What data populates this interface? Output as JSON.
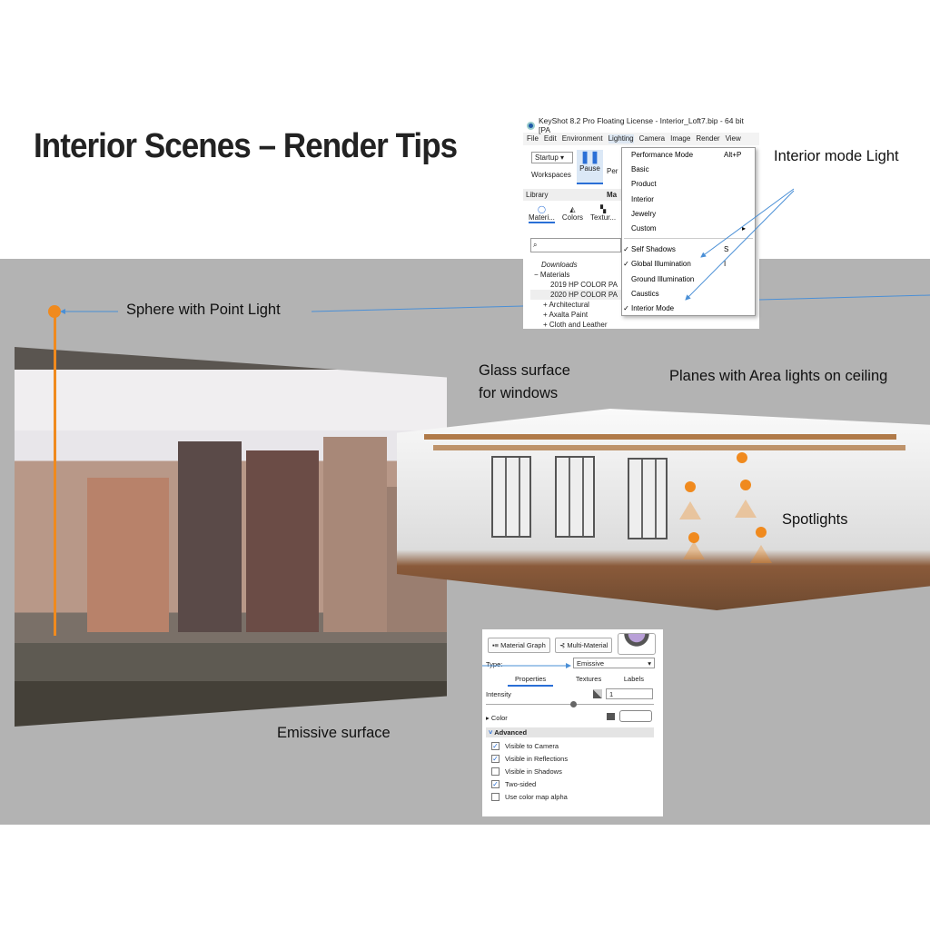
{
  "slide": {
    "title": "Interior Scenes – Render Tips"
  },
  "annotations": {
    "interior_mode_light": "Interior mode Light",
    "sphere_point_light": "Sphere with Point Light",
    "glass_surface": "Glass surface",
    "for_windows": "for windows",
    "area_lights": "Planes with Area lights on ceiling",
    "spotlights": "Spotlights",
    "emissive_surface": "Emissive surface"
  },
  "keyshot": {
    "window_title": "KeyShot 8.2 Pro Floating License  - Interior_Loft7.bip  - 64 bit [PA",
    "menubar": [
      "File",
      "Edit",
      "Environment",
      "Lighting",
      "Camera",
      "Image",
      "Render",
      "View"
    ],
    "workspace_select": "Startup",
    "workspaces_label": "Workspaces",
    "pause_label": "Pause",
    "per_label": "Per",
    "library_label": "Library",
    "ma_label": "Ma",
    "library_tabs": [
      "Materi...",
      "Colors",
      "Textur..."
    ],
    "tree": [
      "Downloads",
      "Materials",
      "2019 HP COLOR PA",
      "2020 HP COLOR PA",
      "Architectural",
      "Axalta Paint",
      "Cloth and Leather"
    ],
    "lighting_menu": [
      {
        "label": "Performance Mode",
        "shortcut": "Alt+P",
        "checked": false
      },
      {
        "label": "Basic",
        "checked": false
      },
      {
        "label": "Product",
        "checked": false
      },
      {
        "label": "Interior",
        "checked": false
      },
      {
        "label": "Jewelry",
        "checked": false
      },
      {
        "label": "Custom",
        "checked": false,
        "submenu": true
      },
      {
        "label": "Self Shadows",
        "shortcut": "S",
        "checked": true
      },
      {
        "label": "Global Illumination",
        "shortcut": "I",
        "checked": true
      },
      {
        "label": "Ground Illumination",
        "checked": false
      },
      {
        "label": "Caustics",
        "checked": false
      },
      {
        "label": "Interior Mode",
        "checked": true
      }
    ]
  },
  "material_panel": {
    "material_graph": "Material Graph",
    "multi_material": "Multi-Material",
    "type_label": "Type:",
    "type_value": "Emissive",
    "tabs": [
      "Properties",
      "Textures",
      "Labels"
    ],
    "intensity_label": "Intensity",
    "intensity_value": "1",
    "intensity_fraction": 0.52,
    "color_label": "Color",
    "advanced_label": "Advanced",
    "options": [
      {
        "label": "Visible to Camera",
        "checked": true
      },
      {
        "label": "Visible in Reflections",
        "checked": true
      },
      {
        "label": "Visible in Shadows",
        "checked": false
      },
      {
        "label": "Two-sided",
        "checked": true
      },
      {
        "label": "Use color map alpha",
        "checked": false
      }
    ]
  },
  "colors": {
    "accent_orange": "#f08a1e",
    "arrow_blue": "#4a8fd6",
    "band_gray": "#b3b3b3"
  }
}
